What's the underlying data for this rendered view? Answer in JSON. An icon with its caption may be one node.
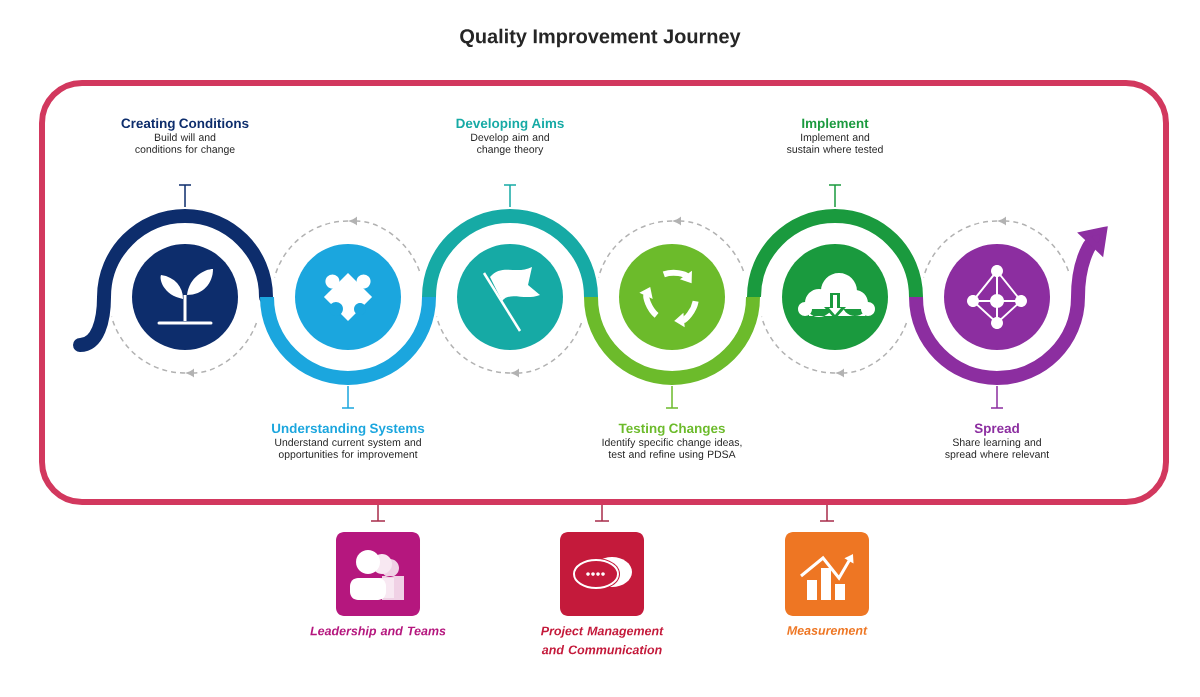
{
  "diagram": {
    "title": "Quality Improvement Journey",
    "nodes": [
      {
        "text": [
          "Creating Conditions",
          "Build will and conditions for change"
        ]
      },
      {
        "text": [
          "Understanding Systems",
          "Understand current system and opportunities for improvement"
        ]
      },
      {
        "text": [
          "Developing Aims",
          "Develop aim and change theory"
        ]
      },
      {
        "text": [
          "Testing Changes",
          "Identify specific change ideas, test and refine using PDSA"
        ]
      },
      {
        "text": [
          "Implement",
          "Implement and sustain where tested"
        ]
      },
      {
        "text": [
          "Spread",
          "Share learning and spread where relevant"
        ]
      },
      {
        "text": [
          "Leadership and Teams"
        ]
      },
      {
        "text": [
          "Project Management and Communication"
        ]
      },
      {
        "text": [
          "Measurement"
        ]
      }
    ]
  }
}
